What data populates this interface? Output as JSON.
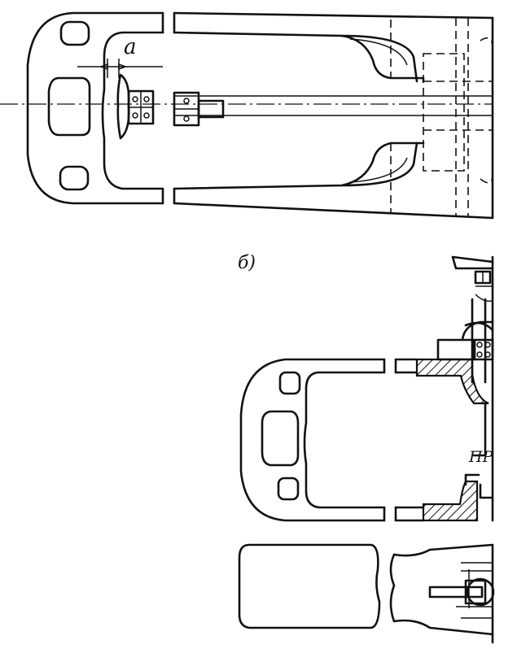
{
  "labels": {
    "dimension_a": "a",
    "view_b": "б)",
    "pr": "ПР"
  },
  "colors": {
    "ink": "#111111",
    "paper": "#ffffff"
  }
}
